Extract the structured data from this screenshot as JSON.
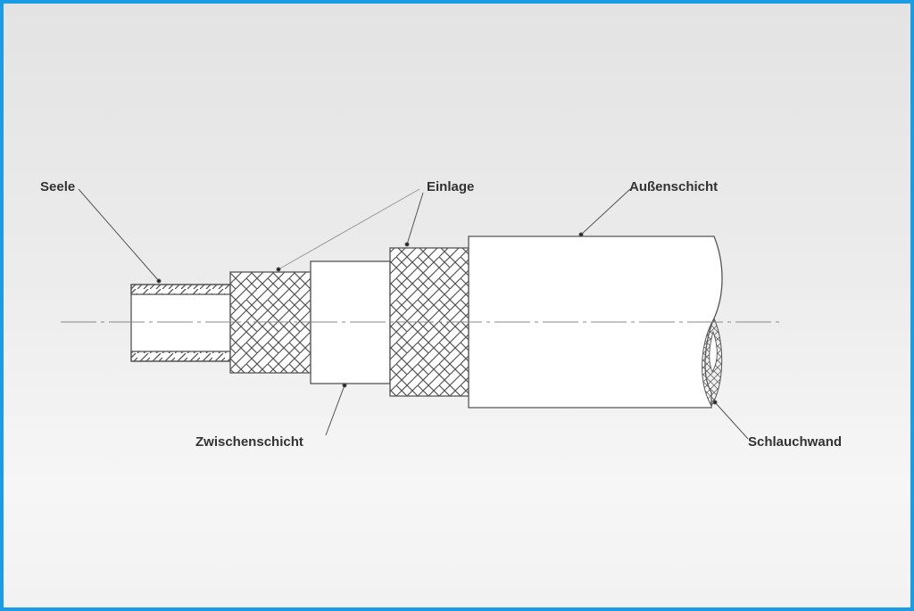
{
  "labels": {
    "seele": "Seele",
    "einlage": "Einlage",
    "aussenschicht": "Außenschicht",
    "zwischenschicht": "Zwischenschicht",
    "schlauchwand": "Schlauchwand"
  },
  "colors": {
    "frame": "#1c9ce4",
    "line": "#555555"
  }
}
